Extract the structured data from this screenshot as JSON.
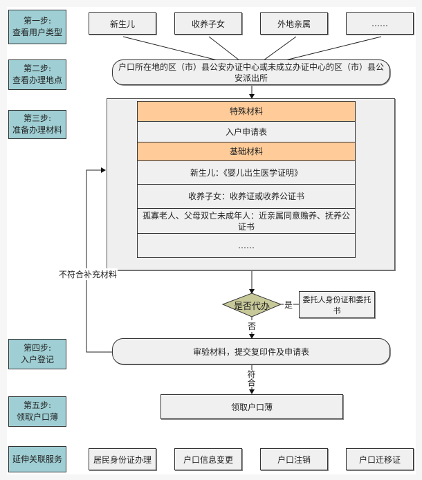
{
  "steps": [
    {
      "title": "第一步:",
      "subtitle": "查看用户类型"
    },
    {
      "title": "第二步:",
      "subtitle": "查看办理地点"
    },
    {
      "title": "第三步:",
      "subtitle": "准备办理材料"
    },
    {
      "title": "第四步:",
      "subtitle": "入户登记"
    },
    {
      "title": "第五步:",
      "subtitle": "领取户口薄"
    },
    {
      "title": "延伸关联服务",
      "subtitle": ""
    }
  ],
  "user_types": [
    "新生儿",
    "收养子女",
    "外地亲属",
    "……"
  ],
  "location": "户口所在地的区（市）县公安办证中心或未成立办证中心的区（市）县公安派出所",
  "materials": {
    "special_header": "特殊材料",
    "special_items": [
      "入户申请表"
    ],
    "basic_header": "基础材料",
    "basic_items": [
      "新生儿：《婴儿出生医学证明》",
      "收养子女：收养证或收养公证书",
      "孤寡老人、父母双亡未成年人：近亲属同意赡养、抚养公证书",
      "……"
    ]
  },
  "decision": {
    "question": "是否代办",
    "yes_label": "是",
    "no_label": "否",
    "yes_target": "委托人身份证和委托书"
  },
  "feedback_label": "不符合补充材料",
  "review": "审验材料，提交复印件及申请表",
  "pass_label": "符合",
  "collect": "领取户口薄",
  "related_services": [
    "居民身份证办理",
    "户口信息变更",
    "户口注销",
    "户口迁移证"
  ],
  "colors": {
    "step_fill": "#9fcfd4",
    "header_fill": "#ffcc99",
    "diamond_fill": "#c8c999",
    "box_fill": "#f0f0f0"
  }
}
